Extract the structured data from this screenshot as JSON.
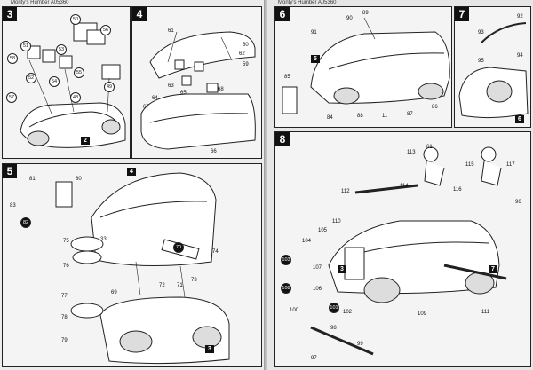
{
  "header": {
    "left_ref": "Monty's Humber A05360",
    "right_ref": "Monty's Humber A05360"
  },
  "steps": {
    "s3": {
      "num": "3",
      "parts": [
        "50",
        "51",
        "52",
        "53",
        "54",
        "55",
        "56",
        "58",
        "57",
        "48",
        "49"
      ],
      "target": "2"
    },
    "s4": {
      "num": "4",
      "parts": [
        "61",
        "62",
        "63",
        "64",
        "65",
        "66",
        "67",
        "68",
        "60",
        "59"
      ]
    },
    "s5": {
      "num": "5",
      "parts": [
        "81",
        "82",
        "83",
        "80",
        "4",
        "76",
        "75",
        "74",
        "73",
        "72",
        "71",
        "70",
        "69",
        "33",
        "77",
        "78",
        "79"
      ],
      "target": "3"
    },
    "s6": {
      "num": "6",
      "parts": [
        "89",
        "90",
        "91",
        "86",
        "87",
        "85",
        "84",
        "88",
        "11",
        "5"
      ]
    },
    "s7": {
      "num": "7",
      "parts": [
        "92",
        "93",
        "94",
        "95",
        "6"
      ],
      "target": "6"
    },
    "s8": {
      "num": "8",
      "parts": [
        "113",
        "114",
        "115",
        "116",
        "117",
        "112",
        "110",
        "111",
        "109",
        "108",
        "107",
        "106",
        "105",
        "104",
        "103",
        "102",
        "101",
        "100",
        "99",
        "98",
        "97",
        "96",
        "7",
        "3",
        "61"
      ]
    }
  }
}
